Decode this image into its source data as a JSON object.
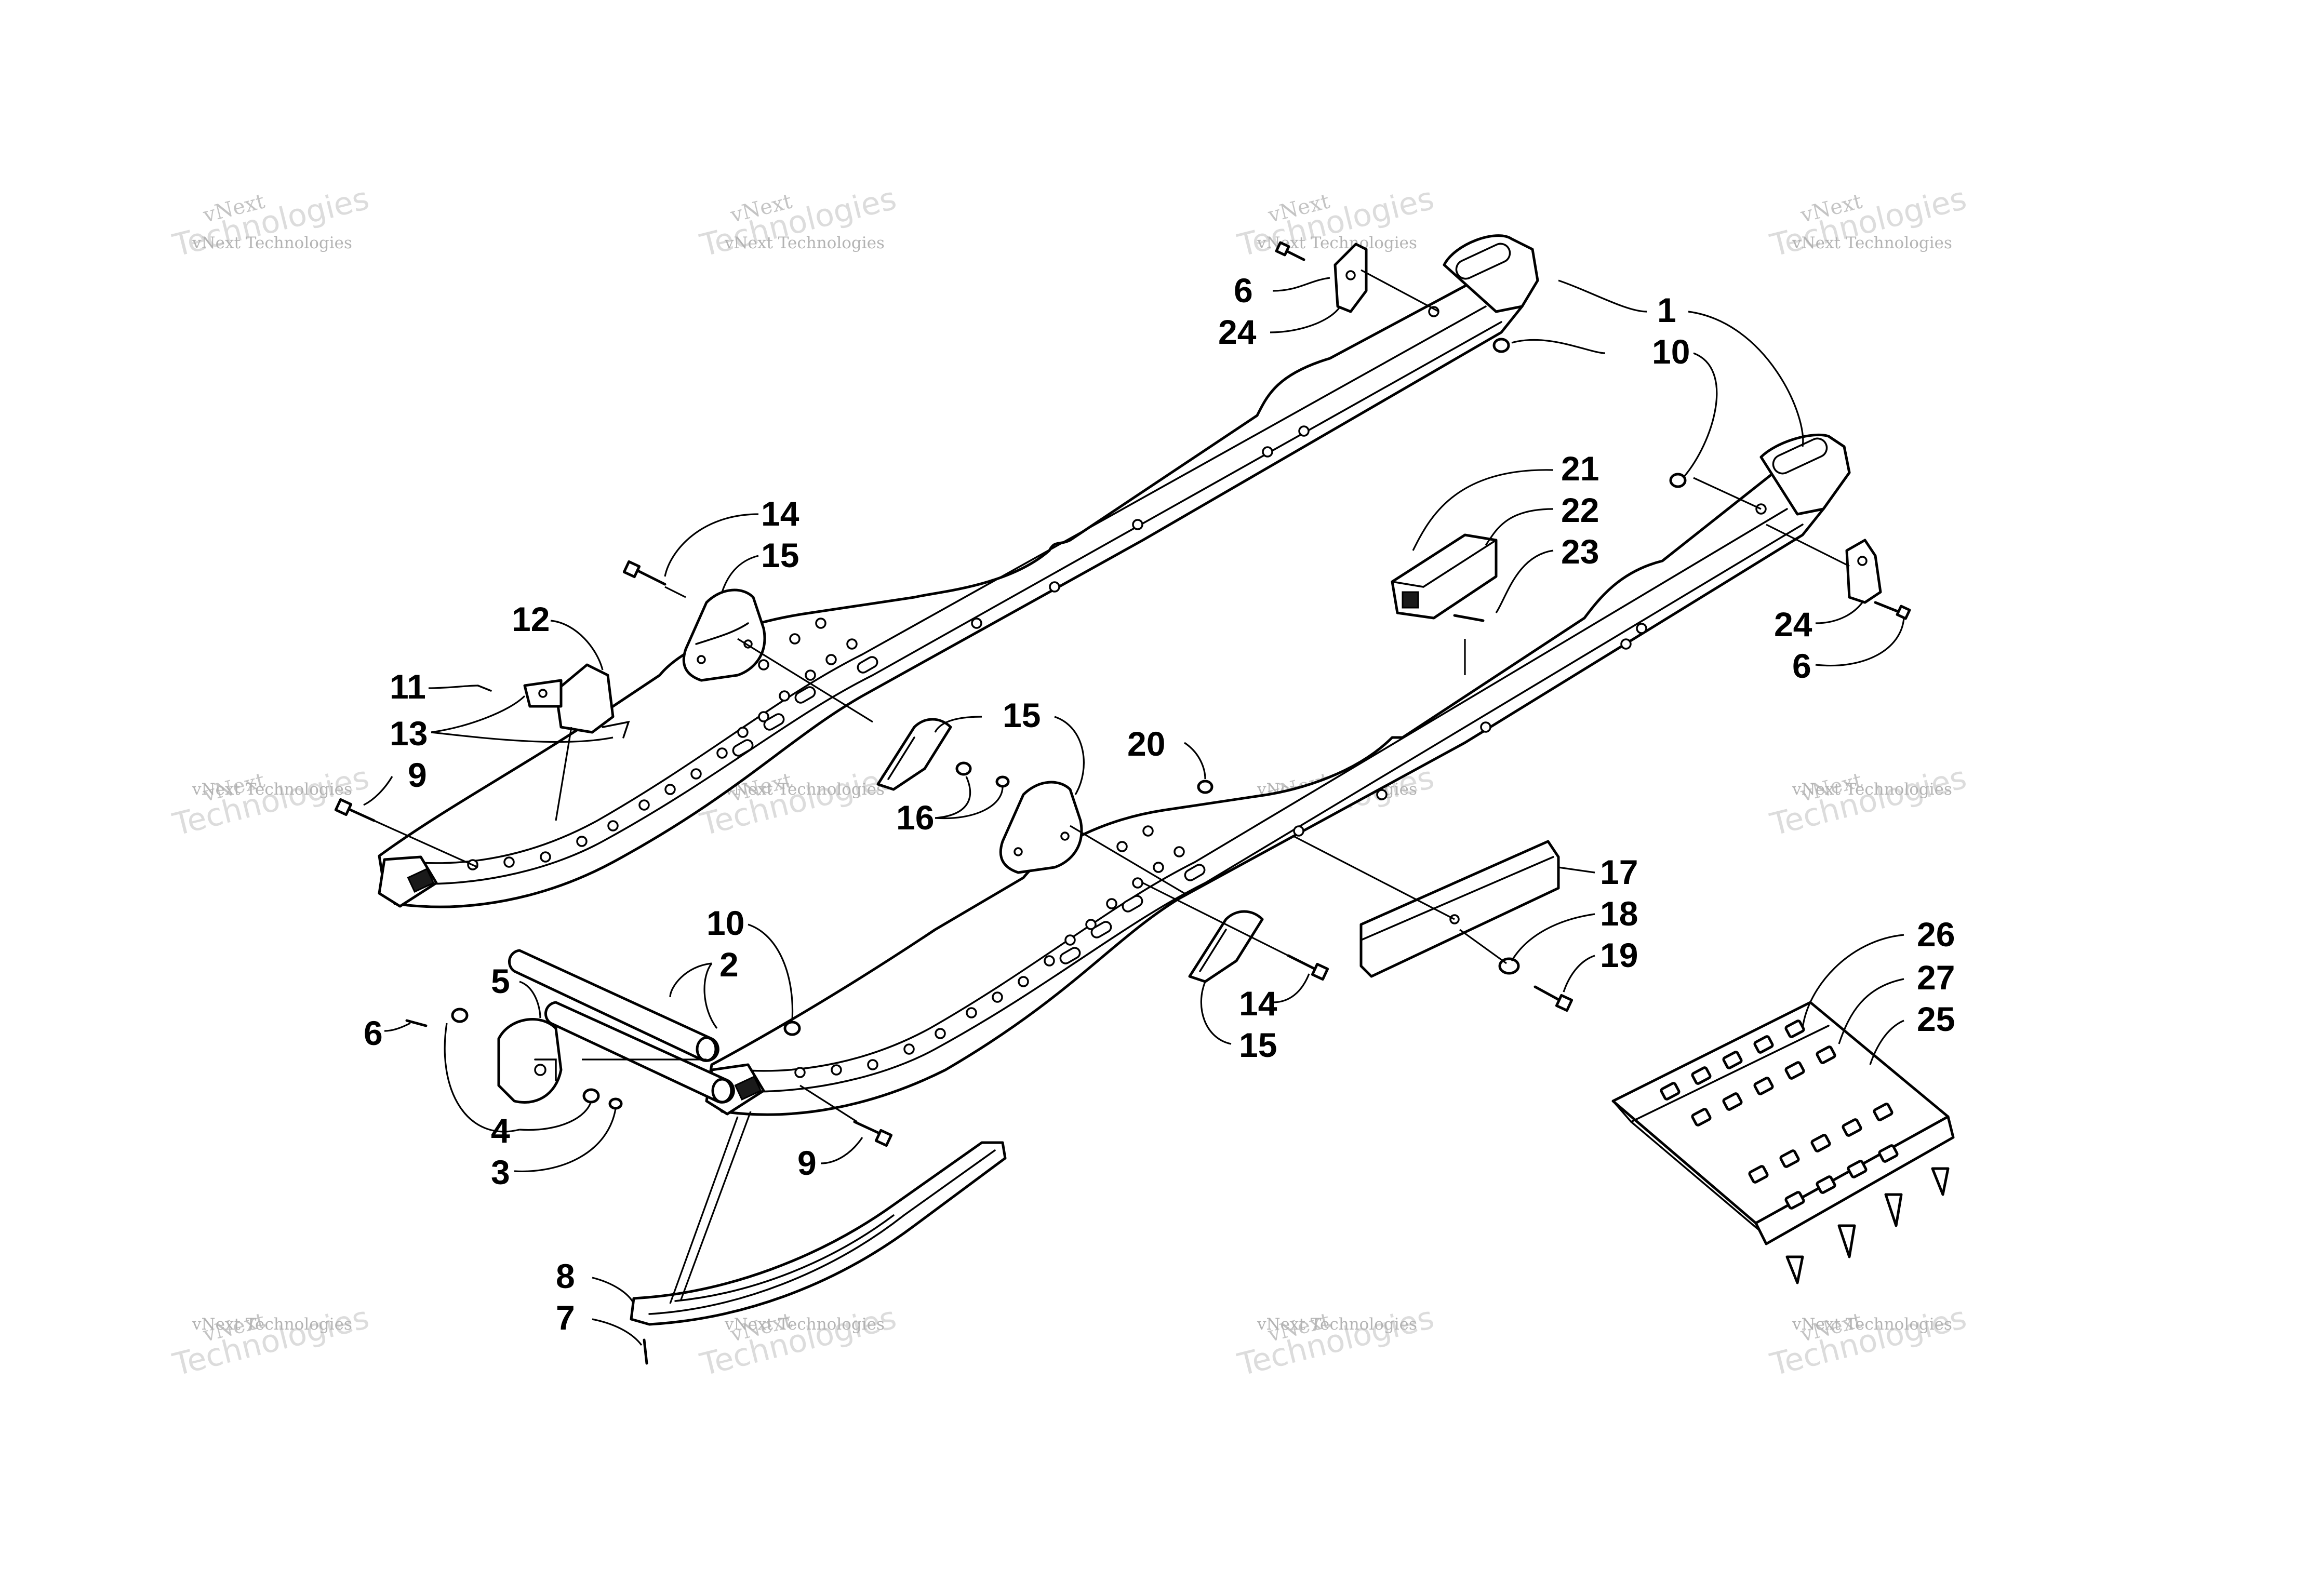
{
  "watermark": {
    "line1": "vNext",
    "line2": "vNext Technologies",
    "line3": "Technologies"
  },
  "callouts": [
    {
      "id": "c1",
      "label": "1"
    },
    {
      "id": "c10a",
      "label": "10"
    },
    {
      "id": "c6a",
      "label": "6"
    },
    {
      "id": "c24a",
      "label": "24"
    },
    {
      "id": "c21",
      "label": "21"
    },
    {
      "id": "c22",
      "label": "22"
    },
    {
      "id": "c23",
      "label": "23"
    },
    {
      "id": "c24b",
      "label": "24"
    },
    {
      "id": "c6b",
      "label": "6"
    },
    {
      "id": "c14a",
      "label": "14"
    },
    {
      "id": "c15a",
      "label": "15"
    },
    {
      "id": "c12",
      "label": "12"
    },
    {
      "id": "c11",
      "label": "11"
    },
    {
      "id": "c13",
      "label": "13"
    },
    {
      "id": "c9a",
      "label": "9"
    },
    {
      "id": "c15b",
      "label": "15"
    },
    {
      "id": "c16",
      "label": "16"
    },
    {
      "id": "c20",
      "label": "20"
    },
    {
      "id": "c17",
      "label": "17"
    },
    {
      "id": "c18",
      "label": "18"
    },
    {
      "id": "c19",
      "label": "19"
    },
    {
      "id": "c10b",
      "label": "10"
    },
    {
      "id": "c2",
      "label": "2"
    },
    {
      "id": "c5",
      "label": "5"
    },
    {
      "id": "c6c",
      "label": "6"
    },
    {
      "id": "c4",
      "label": "4"
    },
    {
      "id": "c3",
      "label": "3"
    },
    {
      "id": "c9b",
      "label": "9"
    },
    {
      "id": "c14b",
      "label": "14"
    },
    {
      "id": "c15c",
      "label": "15"
    },
    {
      "id": "c8",
      "label": "8"
    },
    {
      "id": "c7",
      "label": "7"
    },
    {
      "id": "c26",
      "label": "26"
    },
    {
      "id": "c27",
      "label": "27"
    },
    {
      "id": "c25",
      "label": "25"
    }
  ]
}
